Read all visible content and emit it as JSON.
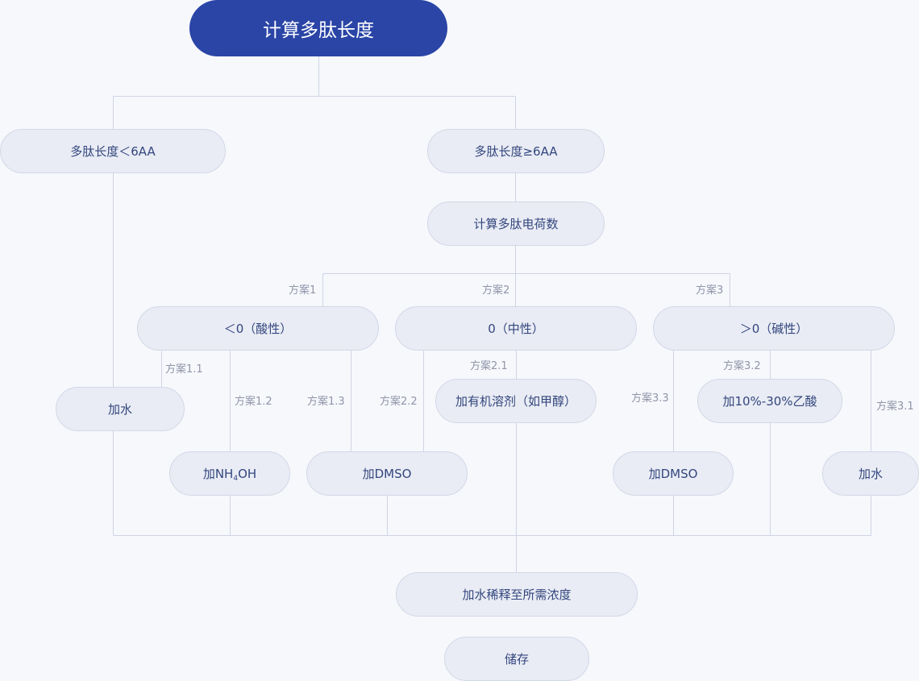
{
  "nodes": {
    "root": "计算多肽长度",
    "short": "多肽长度＜6AA",
    "long": "多肽长度≥6AA",
    "charge": "计算多肽电荷数",
    "acid": "＜0（酸性）",
    "neutral": "0（中性）",
    "basic": "＞0（碱性）",
    "add_water_left": "加水",
    "nh4oh": {
      "pre": "加NH",
      "sub": "4",
      "post": "OH"
    },
    "dmso_left": "加DMSO",
    "organic": "加有机溶剂（如甲醇）",
    "dmso_right": "加DMSO",
    "acetic": "加10%-30%乙酸",
    "add_water_right": "加水",
    "dilute": "加水稀释至所需浓度",
    "store": "储存"
  },
  "labels": {
    "plan1": "方案1",
    "plan2": "方案2",
    "plan3": "方案3",
    "plan1_1": "方案1.1",
    "plan1_2": "方案1.2",
    "plan1_3": "方案1.3",
    "plan2_1": "方案2.1",
    "plan2_2": "方案2.2",
    "plan3_1": "方案3.1",
    "plan3_2": "方案3.2",
    "plan3_3": "方案3.3"
  },
  "colors": {
    "root_fill": "#2a45a6",
    "node_fill": "#e9ecf4",
    "node_text": "#33467e",
    "line": "#cfd3e6",
    "label_text": "#8f95a8"
  }
}
